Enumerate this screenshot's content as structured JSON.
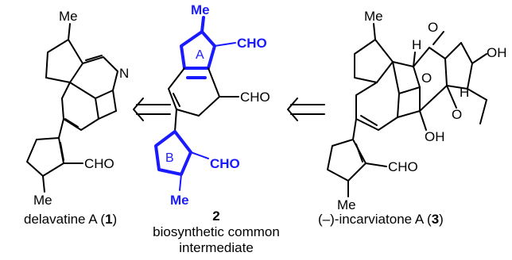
{
  "compounds": [
    {
      "name": "delavatine A (",
      "number": "1",
      "suffix": ")"
    },
    {
      "number": "2",
      "line1": "biosynthetic common",
      "line2": "intermediate"
    },
    {
      "name": "(–)-incarviatone A (",
      "number": "3",
      "suffix": ")"
    }
  ],
  "atoms": {
    "me": "Me",
    "cho": "CHO",
    "n": "N",
    "h": "H",
    "o": "O",
    "oh": "OH",
    "ring_a": "A",
    "ring_b": "B"
  },
  "colors": {
    "highlight": "#1a1aff",
    "ink": "#000000"
  }
}
